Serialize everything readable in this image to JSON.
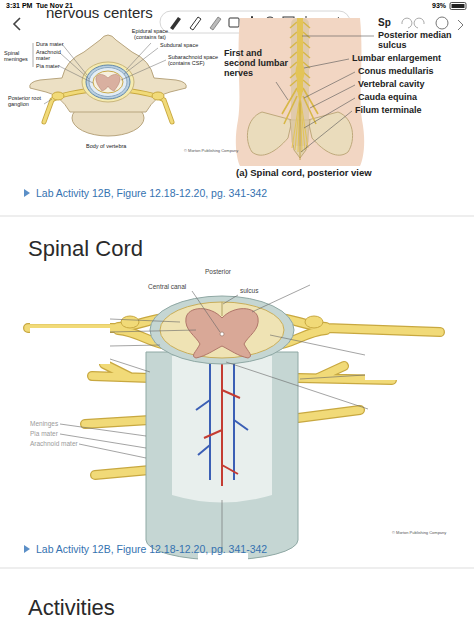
{
  "diagram": {
    "labels": [
      "3:31 PM",
      "Tue Nov 21",
      "93%",
      "nervous centers",
      "Dura mater",
      "Arachnoid mater",
      "Pia mater",
      "Spinal meninges",
      "Epidural space (contains fat)",
      "Subdural space",
      "Subarachnoid space (contains CSF)",
      "Posterior root ganglion",
      "Body of vertebra",
      "© Morton Publishing Company",
      "Sp",
      "Posterior median sulcus",
      "Lumbar enlargement",
      "Conus medullaris",
      "Vertebral cavity",
      "Cauda equina",
      "Filum terminale",
      "First and second lumbar nerves",
      "(a) Spinal cord, posterior view",
      "Lab Activity 12B, Figure 12.18-12.20, pg. 341-342",
      "Spinal Cord",
      "Posterior",
      "Central canal",
      "sulcus",
      "Meninges",
      "Pia mater",
      "Arachnoid mater",
      "© Morton Publishing Company",
      "Lab Activity 12B, Figure 12.18-12.20, pg. 341-342",
      "Activities"
    ]
  }
}
